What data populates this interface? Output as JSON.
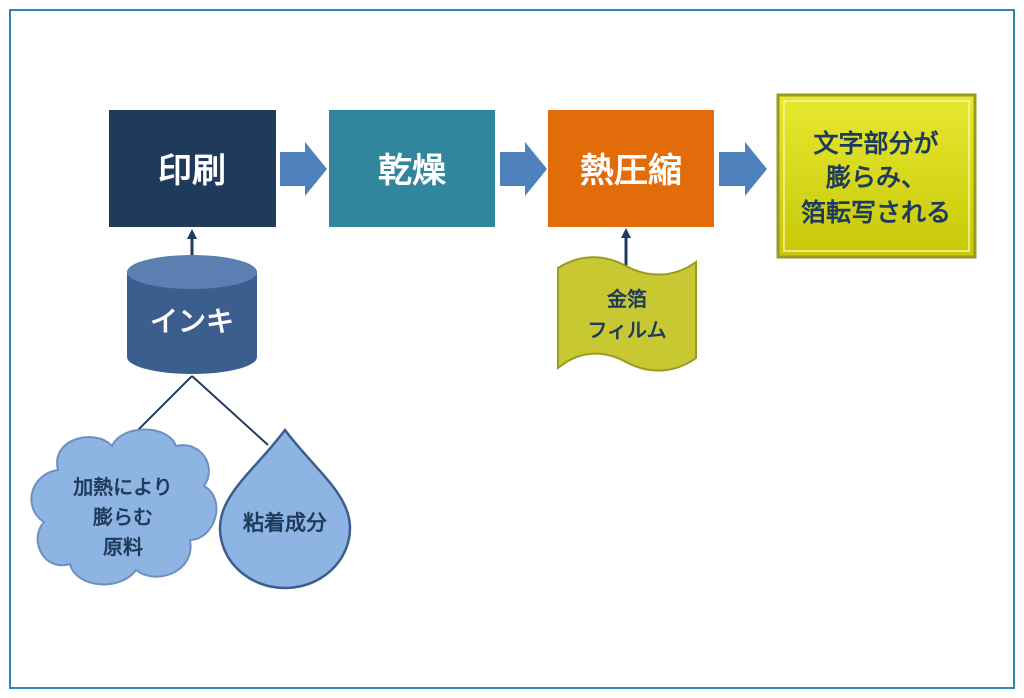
{
  "colors": {
    "frame": "#2e86b0",
    "print_box": "#1f3b5c",
    "dry_box": "#31859c",
    "press_box": "#e36c0a",
    "result_box": "#d4d40a",
    "result_border": "#9a9a20",
    "arrow": "#4f81bd",
    "ink_cylinder": "#3b5e8f",
    "material_blob": "#8eb4e3",
    "foil": "#c8c832",
    "connector": "#1f3b5c",
    "dark_text": "#1f3b5c",
    "light_text": "#ffffff"
  },
  "process": {
    "print": {
      "label": "印刷"
    },
    "dry": {
      "label": "乾燥"
    },
    "press": {
      "label": "熱圧縮"
    },
    "result": {
      "lines": [
        "文字部分が",
        "膨らみ、",
        "箔転写される"
      ]
    }
  },
  "inputs": {
    "ink": {
      "label": "インキ"
    },
    "foil": {
      "lines": [
        "金箔",
        "フィルム"
      ]
    }
  },
  "ink_components": {
    "expanding": {
      "lines": [
        "加熱により",
        "膨らむ",
        "原料"
      ]
    },
    "adhesive": {
      "label": "粘着成分"
    }
  },
  "icons": {
    "flow_arrow": "right-block-arrow",
    "input_arrow": "up-arrow"
  }
}
